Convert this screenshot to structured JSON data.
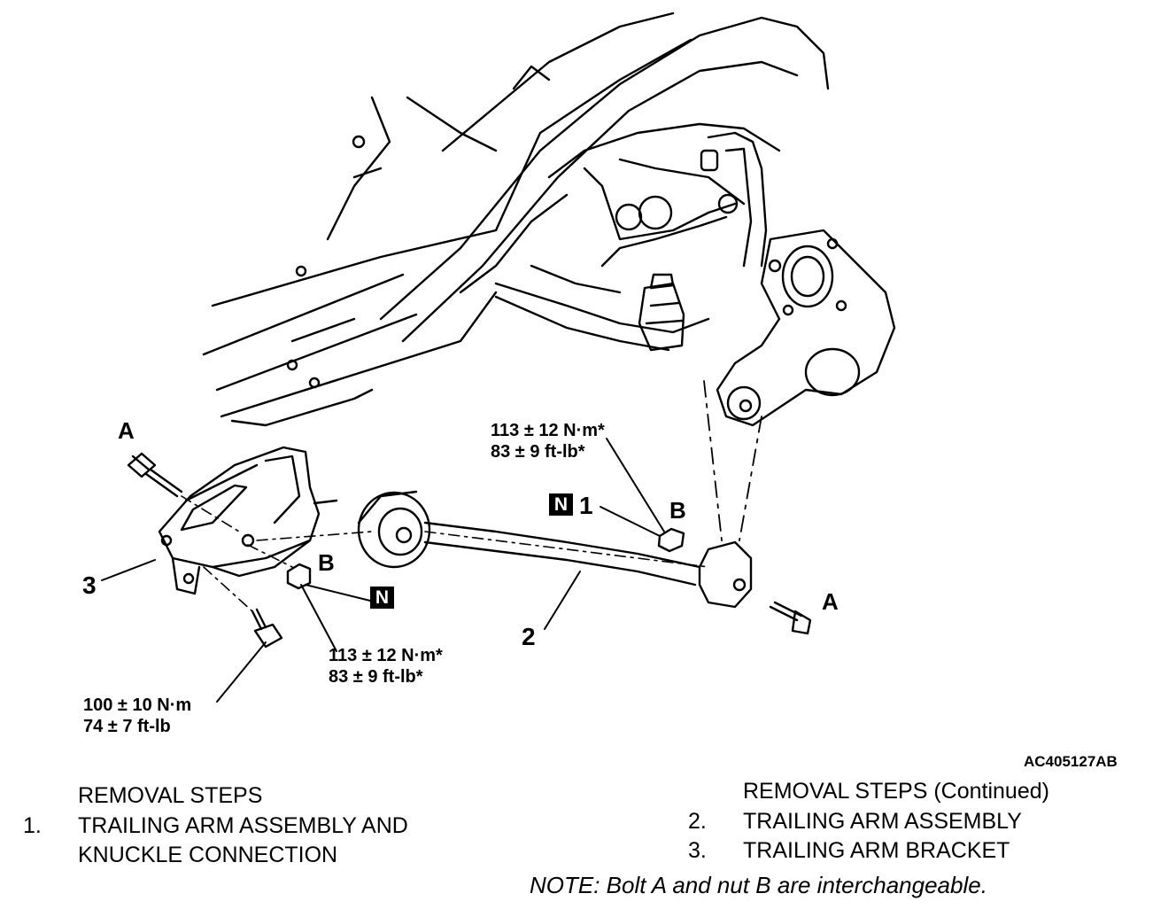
{
  "diagram": {
    "code": "AC405127AB",
    "bolt_label": "A",
    "nut_label": "B",
    "new_part_mark": "N",
    "callouts": [
      "1",
      "2",
      "3"
    ],
    "torques": {
      "nut_top": {
        "metric": "113 ± 12 N·m*",
        "imperial": "83 ± 9 ft-lb*"
      },
      "nut_bottom": {
        "metric": "113 ± 12 N·m*",
        "imperial": "83 ± 9 ft-lb*"
      },
      "bracket_bolt": {
        "metric": "100 ± 10 N·m",
        "imperial": "74 ± 7 ft-lb"
      }
    }
  },
  "removal_steps": {
    "title": "REMOVAL STEPS",
    "items": [
      {
        "num": "1.",
        "line1": "TRAILING ARM ASSEMBLY AND",
        "line2": "KNUCKLE CONNECTION"
      }
    ]
  },
  "removal_steps_continued": {
    "title": "REMOVAL STEPS (Continued)",
    "items": [
      {
        "num": "2.",
        "text": "TRAILING ARM ASSEMBLY"
      },
      {
        "num": "3.",
        "text": "TRAILING ARM BRACKET"
      }
    ]
  },
  "note": "NOTE: Bolt A and nut B are interchangeable."
}
